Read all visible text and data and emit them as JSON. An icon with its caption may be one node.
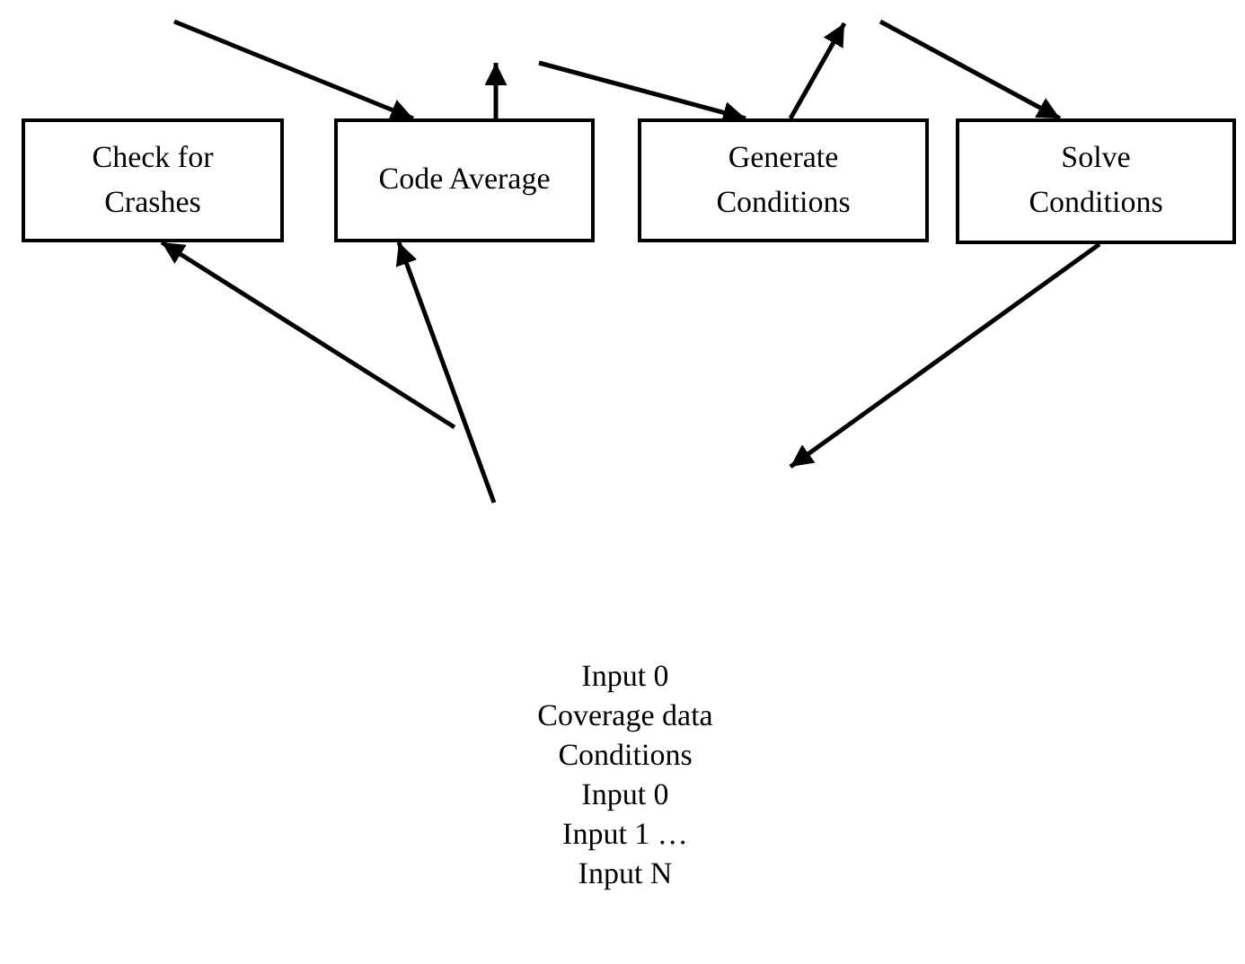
{
  "diagram": {
    "nodes": [
      {
        "text": [
          "Check for Crashes"
        ]
      },
      {
        "text": [
          "Code Average"
        ]
      },
      {
        "text": [
          "Generate Conditions"
        ]
      },
      {
        "text": [
          "Solve Conditions"
        ]
      }
    ],
    "edges": [
      {
        "from": null,
        "to": 1,
        "arrow": "to"
      },
      {
        "from": 1,
        "to": null,
        "arrow": "to"
      },
      {
        "from": null,
        "to": 2,
        "arrow": "to"
      },
      {
        "from": 2,
        "to": null,
        "arrow": "to"
      },
      {
        "from": null,
        "to": 3,
        "arrow": "to"
      },
      {
        "from": null,
        "to": 0,
        "arrow": "to"
      },
      {
        "from": null,
        "to": 1,
        "arrow": "to"
      },
      {
        "from": 3,
        "to": null,
        "arrow": "to"
      }
    ],
    "labels": [
      "Input 0",
      "Coverage data",
      "Conditions",
      "Input 0",
      "Input 1 …",
      "Input N"
    ]
  }
}
